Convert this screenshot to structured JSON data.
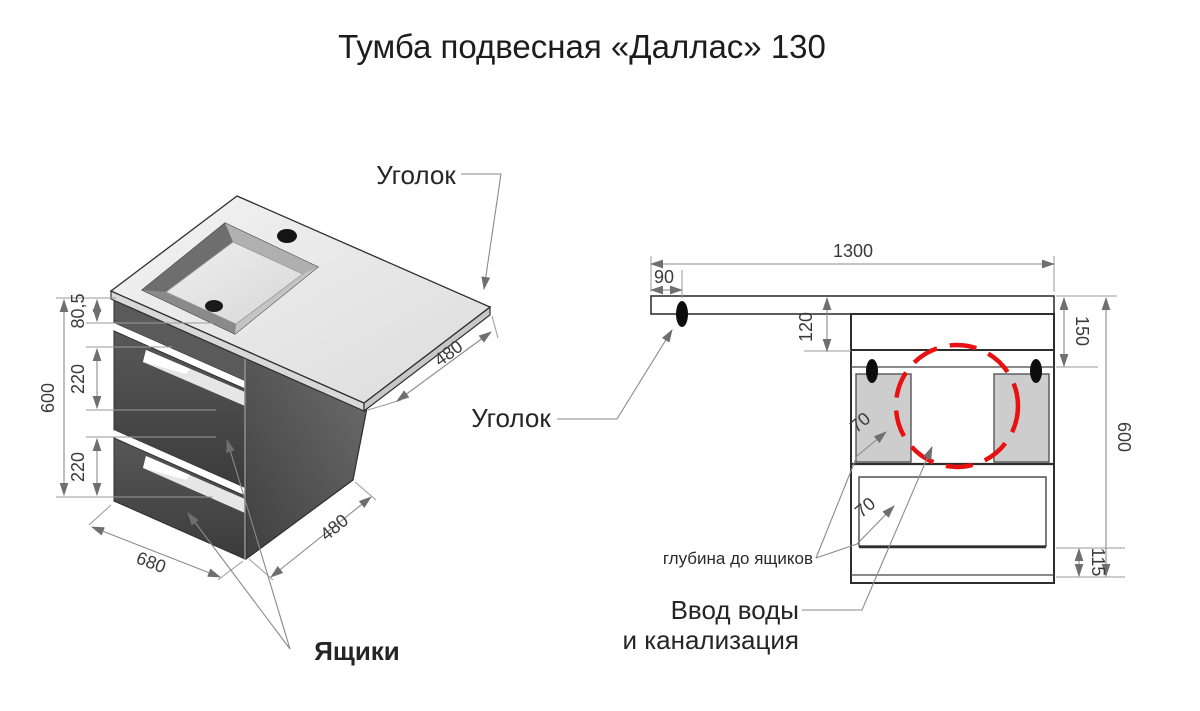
{
  "title": "Тумба подвесная «Даллас» 130",
  "colors": {
    "accent_red": "#e81111",
    "cabinet_front": "#4d4d4d",
    "cabinet_side": "#565656",
    "countertop": "#e9e9e9",
    "dimension_lines": "#8a8a8a",
    "bracket_black": "#0d0d0d"
  },
  "iso_view": {
    "labels": {
      "corner_bracket": "Уголок",
      "drawers": "Ящики"
    },
    "dims": {
      "apron_height": "80,5",
      "drawer1_height": "220",
      "drawer2_height": "220",
      "total_height": "600",
      "cabinet_width": "680",
      "cabinet_depth": "480",
      "countertop_depth": "480"
    }
  },
  "front_view": {
    "labels": {
      "corner_bracket": "Уголок",
      "drawer_depth_note": "глубина до ящиков",
      "utilities_line1": "Ввод воды",
      "utilities_line2": "и канализация"
    },
    "dims": {
      "countertop_width": "1300",
      "bracket_offset": "90",
      "top_clearance": "120",
      "rail_height": "150",
      "total_height": "600",
      "plinth_height": "115",
      "drawer_depth_top": "70",
      "drawer_depth_bottom": "70"
    }
  }
}
